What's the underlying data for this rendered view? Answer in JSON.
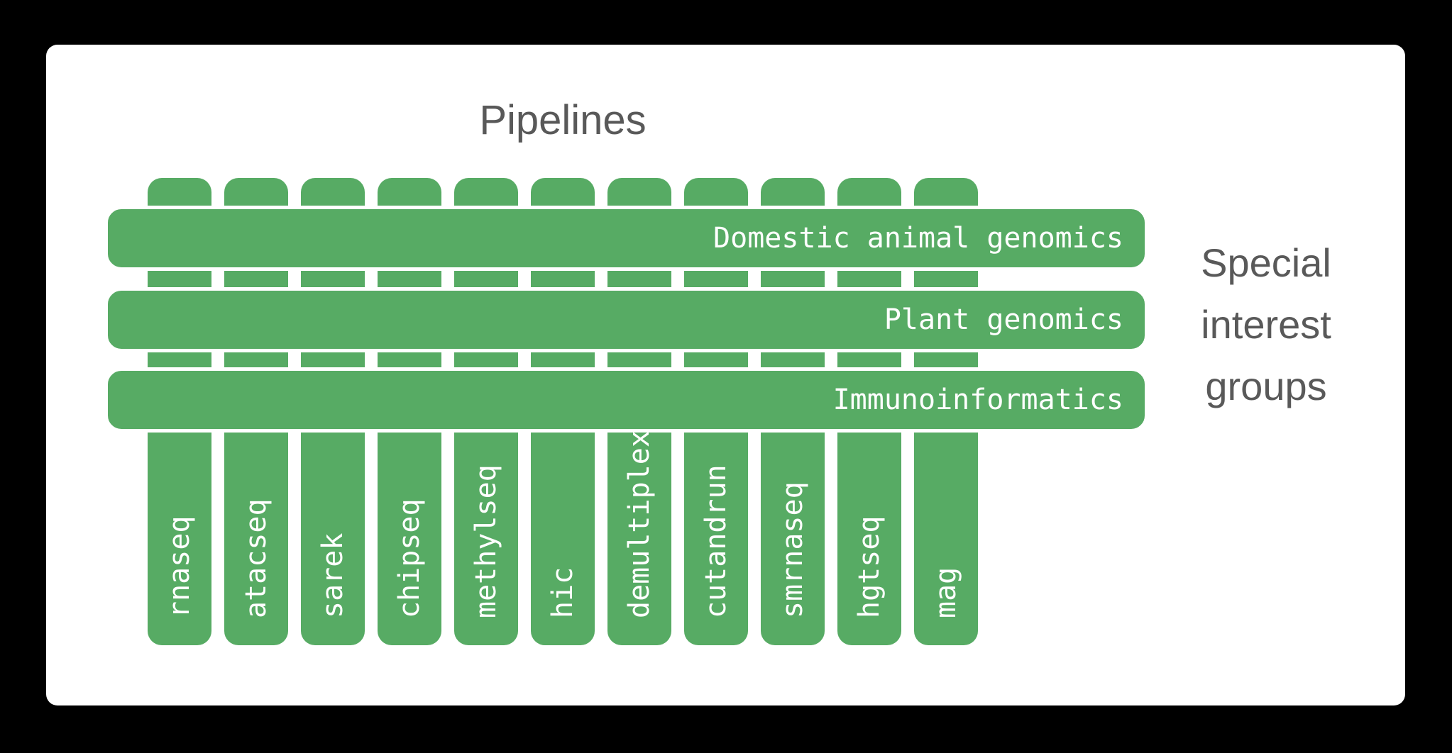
{
  "title": "Pipelines",
  "pipelines": [
    "rnaseq",
    "atacseq",
    "sarek",
    "chipseq",
    "methylseq",
    "hic",
    "demultiplex",
    "cutandrun",
    "smrnaseq",
    "hgtseq",
    "mag"
  ],
  "special_interest_groups": [
    "Domestic animal genomics",
    "Plant genomics",
    "Immunoinformatics"
  ],
  "right_label_lines": [
    "Special",
    "interest",
    "groups"
  ],
  "colors": {
    "bar_green": "#57ab64",
    "heading_gray": "#595959",
    "bar_label_white": "#ffffff",
    "background_black": "#000000",
    "card_white": "#ffffff"
  }
}
